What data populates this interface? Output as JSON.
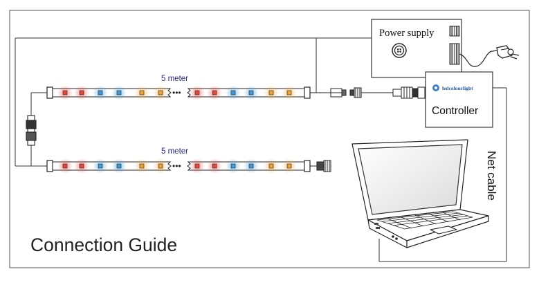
{
  "diagram": {
    "title": "Connection Guide",
    "power_supply_label": "Power supply",
    "controller_label": "Controller",
    "controller_brand": "ledcolourlight",
    "net_cable_label": "Net cable",
    "strip_top_length": "5 meter",
    "strip_bottom_length": "5 meter",
    "strip_gap_mark": "•••",
    "led_colors": [
      "#e8463c",
      "#e8463c",
      "#3f9ad6",
      "#3f9ad6",
      "#f0a234",
      "#f0a234"
    ],
    "label_color": "#2a2a8c",
    "line_color": "#333333"
  }
}
